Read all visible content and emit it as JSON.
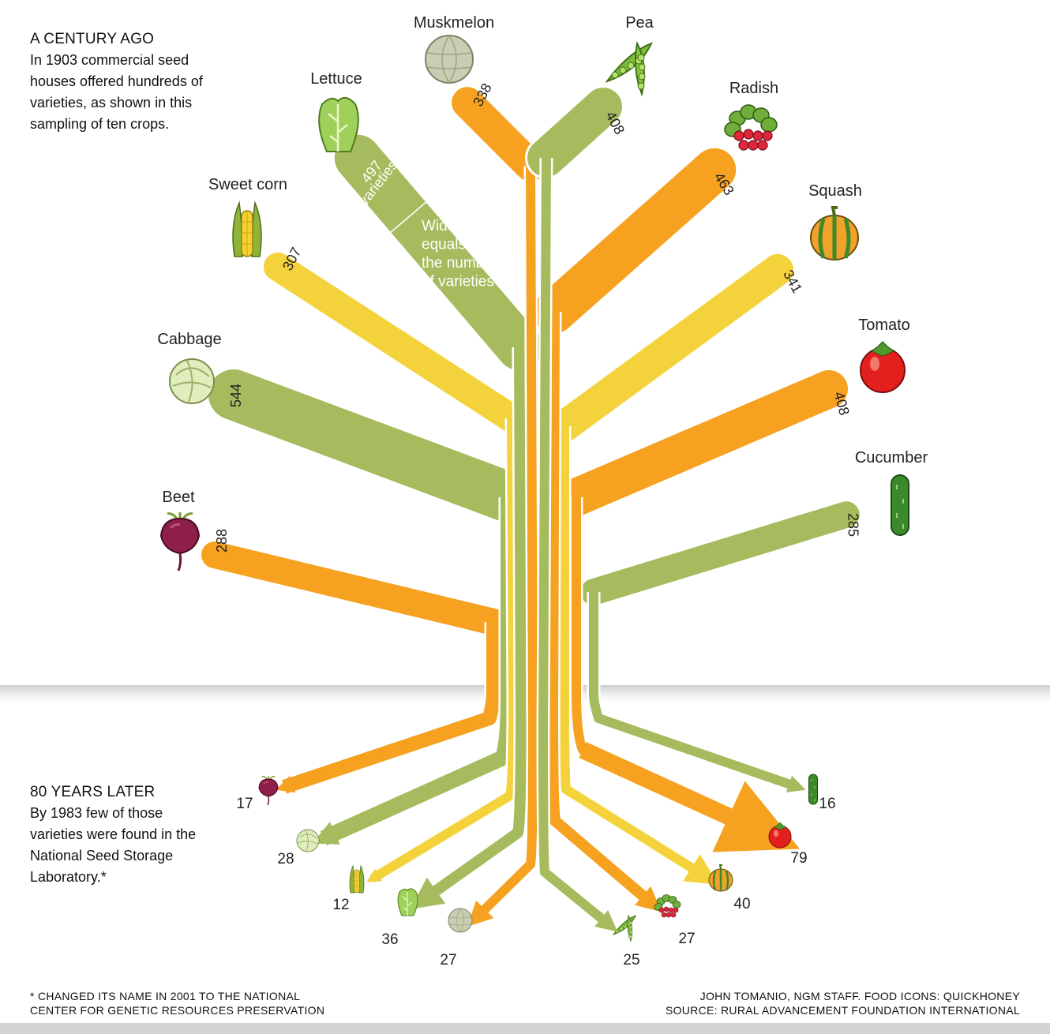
{
  "top_note": {
    "heading": "A CENTURY AGO",
    "text": "In 1903 commercial seed houses offered hundreds of varieties, as shown in this sampling of ten crops."
  },
  "bottom_note": {
    "heading": "80 YEARS LATER",
    "text": "By 1983 few of those varieties were found in the National Seed Storage Laboratory.*"
  },
  "annotation": {
    "varieties_number": "497",
    "varieties_word": "varieties",
    "width_lines": [
      "Width",
      "equals",
      "the number",
      "of varieties"
    ]
  },
  "footnote": {
    "line1": "* CHANGED ITS NAME IN 2001 TO THE NATIONAL",
    "line2": "CENTER FOR GENETIC RESOURCES PRESERVATION"
  },
  "credits": {
    "line1": "JOHN TOMANIO, NGM STAFF. FOOD ICONS: QUICKHONEY",
    "line2": "SOURCE: RURAL ADVANCEMENT FOUNDATION INTERNATIONAL"
  },
  "colors": {
    "orange": "#f6a11f",
    "green": "#a6bb5d",
    "yellow": "#f4d23b"
  },
  "chart_data": {
    "type": "bar",
    "categories": [
      "Beet",
      "Cabbage",
      "Sweet corn",
      "Lettuce",
      "Muskmelon",
      "Pea",
      "Radish",
      "Squash",
      "Tomato",
      "Cucumber"
    ],
    "series": [
      {
        "values": [
          288,
          544,
          307,
          497,
          338,
          408,
          463,
          341,
          408,
          285
        ]
      },
      {
        "values": [
          17,
          28,
          12,
          36,
          27,
          25,
          27,
          40,
          79,
          16
        ]
      }
    ],
    "crops": [
      {
        "name": "Beet",
        "v1903": 288,
        "v1983": 17,
        "color": "orange",
        "icon": "beet-icon"
      },
      {
        "name": "Cabbage",
        "v1903": 544,
        "v1983": 28,
        "color": "green",
        "icon": "cabbage-icon"
      },
      {
        "name": "Sweet corn",
        "v1903": 307,
        "v1983": 12,
        "color": "yellow",
        "icon": "corn-icon"
      },
      {
        "name": "Lettuce",
        "v1903": 497,
        "v1983": 36,
        "color": "green",
        "icon": "lettuce-icon"
      },
      {
        "name": "Muskmelon",
        "v1903": 338,
        "v1983": 27,
        "color": "orange",
        "icon": "muskmelon-icon"
      },
      {
        "name": "Pea",
        "v1903": 408,
        "v1983": 25,
        "color": "green",
        "icon": "pea-icon"
      },
      {
        "name": "Radish",
        "v1903": 463,
        "v1983": 27,
        "color": "orange",
        "icon": "radish-icon"
      },
      {
        "name": "Squash",
        "v1903": 341,
        "v1983": 40,
        "color": "yellow",
        "icon": "squash-icon"
      },
      {
        "name": "Tomato",
        "v1903": 408,
        "v1983": 79,
        "color": "orange",
        "icon": "tomato-icon"
      },
      {
        "name": "Cucumber",
        "v1903": 285,
        "v1983": 16,
        "color": "green",
        "icon": "cucumber-icon"
      }
    ]
  }
}
